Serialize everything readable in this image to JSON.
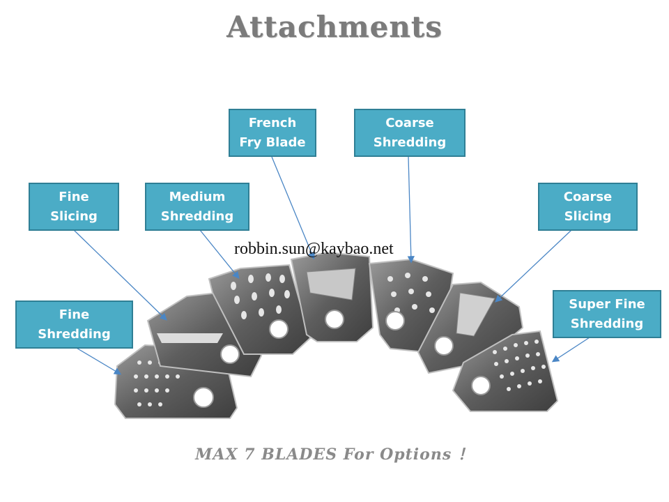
{
  "title": "Attachments",
  "labels": {
    "fine_slicing": "Fine\nSlicing",
    "medium_shredding": "Medium\nShredding",
    "french_fry": "French\nFry Blade",
    "coarse_shredding": "Coarse\nShredding",
    "coarse_slicing": "Coarse\nSlicing",
    "fine_shredding": "Fine\nShredding",
    "super_fine_shredding": "Super Fine\nShredding"
  },
  "email": "robbin.sun@kaybao.net",
  "footer": "MAX 7 BLADES For Options ！",
  "colors": {
    "label_fill": "#4bacc6",
    "label_border": "#2f7f95",
    "blade_metal": "#6e6e6e",
    "arrow": "#4a86c5"
  }
}
